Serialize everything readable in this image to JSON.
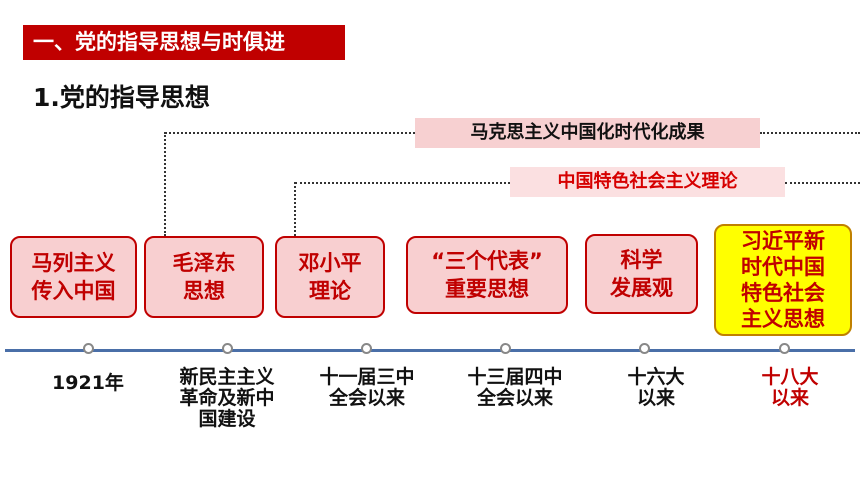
{
  "banner": "一、党的指导思想与时俱进",
  "heading": "1.党的指导思想",
  "tags": {
    "marxism_sinicized": "马克思主义中国化时代化成果",
    "socialism_theory": "中国特色社会主义理论"
  },
  "boxes": [
    {
      "lines": [
        "马列主义",
        "传入中国"
      ]
    },
    {
      "lines": [
        "毛泽东",
        "思想"
      ]
    },
    {
      "lines": [
        "邓小平",
        "理论"
      ]
    },
    {
      "lines": [
        "“三个代表”",
        "重要思想"
      ]
    },
    {
      "lines": [
        "科学",
        "发展观"
      ]
    },
    {
      "lines": [
        "习近平新",
        "时代中国",
        "特色社会",
        "主义思想"
      ]
    }
  ],
  "timeline_labels": [
    {
      "lines": [
        "1921年"
      ]
    },
    {
      "lines": [
        "新民主主义",
        "革命及新中",
        "国建设"
      ]
    },
    {
      "lines": [
        "十一届三中",
        "全会以来"
      ]
    },
    {
      "lines": [
        "十三届四中",
        "全会以来"
      ]
    },
    {
      "lines": [
        "十六大",
        "以来"
      ]
    },
    {
      "lines": [
        "十八大",
        "以来"
      ]
    }
  ],
  "colors": {
    "accent_red": "#c00000",
    "box_fill": "#f8cfd0",
    "highlight_yellow": "#ffff00",
    "timeline_blue": "#4a6fa8"
  }
}
